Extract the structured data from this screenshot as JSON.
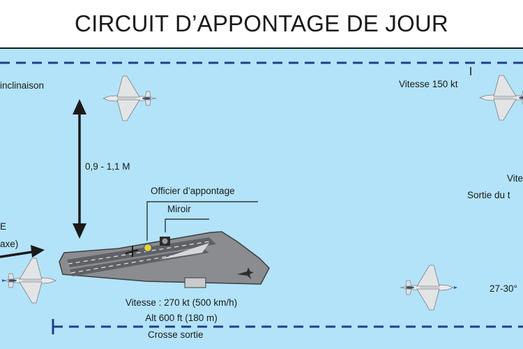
{
  "title": "CIRCUIT D’APPONTAGE DE JOUR",
  "labels": {
    "inclinaison": "inclinaison",
    "vitesse_150": "Vitesse 150 kt",
    "altitude_band": "0,9 - 1,1 M",
    "officier": "Officier d’appontage",
    "miroir": "Miroir",
    "left_e": "E",
    "left_axe": "axe)",
    "right_vite": "Vite",
    "right_sortie": "Sortie du t",
    "vitesse_270": "Vitesse : 270 kt (500 km/h)",
    "alt_600": "Alt 600 ft (180 m)",
    "crosse": "Crosse sortie",
    "angle": "27-30°"
  },
  "colors": {
    "sky": "#b3e3f8",
    "dashed_line": "#1e3f8a",
    "deck": "#8a8c8f",
    "runway": "#5f6166",
    "marker": "#f3d21a"
  },
  "icons": [
    "rafale-jet-icon",
    "carrier-icon",
    "mirror-icon",
    "double-arrow-icon"
  ]
}
